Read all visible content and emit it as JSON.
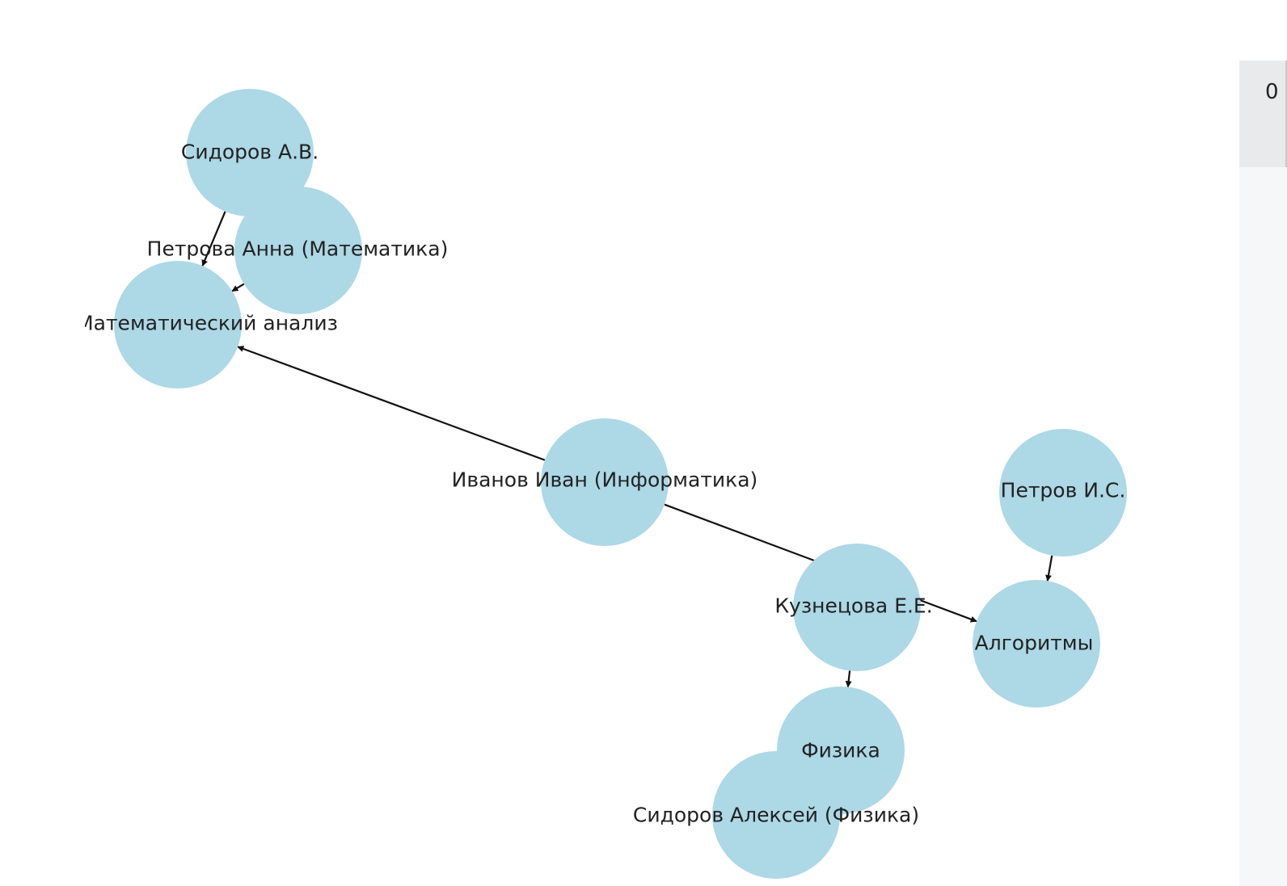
{
  "graph": {
    "colors": {
      "node_fill": "#add8e6",
      "edge": "#111111",
      "label": "#222222"
    },
    "nodes": [
      {
        "id": "sidorov_av",
        "label": "Сидоров А.В."
      },
      {
        "id": "petrova_anna",
        "label": "Петрова Анна (Математика)"
      },
      {
        "id": "mat_analiz",
        "label": "Математический анализ"
      },
      {
        "id": "ivanov_ivan",
        "label": "Иванов Иван (Информатика)"
      },
      {
        "id": "petrov_is",
        "label": "Петров И.С."
      },
      {
        "id": "kuznetsova_ee",
        "label": "Кузнецова Е.Е."
      },
      {
        "id": "algoritmy",
        "label": "Алгоритмы"
      },
      {
        "id": "fizika",
        "label": "Физика"
      },
      {
        "id": "sidorov_aleksey",
        "label": "Сидоров Алексей (Физика)"
      }
    ],
    "edges": [
      {
        "from": "sidorov_av",
        "to": "mat_analiz"
      },
      {
        "from": "petrova_anna",
        "to": "mat_analiz"
      },
      {
        "from": "ivanov_ivan",
        "to": "mat_analiz"
      },
      {
        "from": "ivanov_ivan",
        "to": "algoritmy"
      },
      {
        "from": "petrov_is",
        "to": "algoritmy"
      },
      {
        "from": "kuznetsova_ee",
        "to": "fizika"
      },
      {
        "from": "sidorov_aleksey",
        "to": "fizika"
      }
    ]
  },
  "side_panel": {
    "value": "0"
  }
}
